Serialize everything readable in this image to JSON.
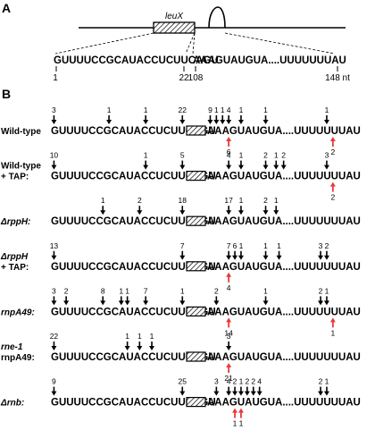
{
  "panel_a": {
    "label": "A",
    "gene": "leuX",
    "seq_left": "GUUUUCCGCAUACCUCUUCAGU",
    "seq_right": "AAAGUAUGUA....UUUUUUUAU",
    "pos_start": "1",
    "pos_22": "22",
    "pos_108": "108",
    "pos_end": "148 nt"
  },
  "panel_b": {
    "label": "B",
    "left_seq": "GUUUUCCGCAUACCUCUUCAGU",
    "right_seq": "AAAGUAUGUA....UUUUUUUAU",
    "rows": [
      {
        "label_lines": [
          "Wild-type"
        ],
        "label_italic": false,
        "top": [
          {
            "ci": 0,
            "n": "3"
          },
          {
            "ci": 9,
            "n": "1"
          },
          {
            "ci": 15,
            "n": "1"
          },
          {
            "ci": 21,
            "n": "22"
          },
          {
            "ci": 22,
            "n": "9"
          },
          {
            "ci": 23,
            "n": "1"
          },
          {
            "ci": 24,
            "n": "1"
          },
          {
            "ci": 25,
            "n": "4"
          },
          {
            "ci": 27,
            "n": "1"
          },
          {
            "ci": 31,
            "n": "1"
          },
          {
            "ci": 43,
            "n": "1"
          }
        ],
        "bottom": [
          {
            "ci": 25,
            "n": "6"
          },
          {
            "ci": 44,
            "n": "2"
          }
        ]
      },
      {
        "label_lines": [
          "Wild-type",
          "+ TAP:"
        ],
        "label_italic": false,
        "top": [
          {
            "ci": 0,
            "n": "10"
          },
          {
            "ci": 15,
            "n": "1"
          },
          {
            "ci": 21,
            "n": "5"
          },
          {
            "ci": 25,
            "n": "4"
          },
          {
            "ci": 27,
            "n": "1"
          },
          {
            "ci": 31,
            "n": "2"
          },
          {
            "ci": 34,
            "n": "1"
          },
          {
            "ci": 36,
            "n": "2"
          },
          {
            "ci": 43,
            "n": "3"
          }
        ],
        "bottom": [
          {
            "ci": 44,
            "n": "2"
          }
        ]
      },
      {
        "label_lines": [
          "ΔrppH:"
        ],
        "label_italic": true,
        "top": [
          {
            "ci": 8,
            "n": "1"
          },
          {
            "ci": 14,
            "n": "2"
          },
          {
            "ci": 21,
            "n": "18"
          },
          {
            "ci": 25,
            "n": "17"
          },
          {
            "ci": 27,
            "n": "1"
          },
          {
            "ci": 31,
            "n": "2"
          },
          {
            "ci": 34,
            "n": "1"
          }
        ],
        "bottom": []
      },
      {
        "label_lines": [
          "ΔrppH",
          "+ TAP:"
        ],
        "label_italic": true,
        "top": [
          {
            "ci": 0,
            "n": "13"
          },
          {
            "ci": 21,
            "n": "7"
          },
          {
            "ci": 25,
            "n": "7"
          },
          {
            "ci": 26,
            "n": "6"
          },
          {
            "ci": 27,
            "n": "1"
          },
          {
            "ci": 31,
            "n": "1"
          },
          {
            "ci": 35,
            "n": "1"
          },
          {
            "ci": 42,
            "n": "3"
          },
          {
            "ci": 43,
            "n": "2"
          }
        ],
        "bottom": [
          {
            "ci": 25,
            "n": "4"
          }
        ]
      },
      {
        "label_lines": [
          "rnpA49:"
        ],
        "label_italic": true,
        "top": [
          {
            "ci": 0,
            "n": "3"
          },
          {
            "ci": 2,
            "n": "2"
          },
          {
            "ci": 8,
            "n": "8"
          },
          {
            "ci": 11,
            "n": "1"
          },
          {
            "ci": 12,
            "n": "1"
          },
          {
            "ci": 15,
            "n": "7"
          },
          {
            "ci": 21,
            "n": "1"
          },
          {
            "ci": 23,
            "n": "2"
          },
          {
            "ci": 31,
            "n": "1"
          },
          {
            "ci": 42,
            "n": "2"
          },
          {
            "ci": 43,
            "n": "1"
          }
        ],
        "bottom": [
          {
            "ci": 25,
            "n": "14"
          },
          {
            "ci": 44,
            "n": "1"
          }
        ]
      },
      {
        "label_lines": [
          "rne-1",
          "rnpA49:"
        ],
        "label_italic": true,
        "top": [
          {
            "ci": 0,
            "n": "22"
          },
          {
            "ci": 12,
            "n": "1"
          },
          {
            "ci": 14,
            "n": "1"
          },
          {
            "ci": 16,
            "n": "1"
          },
          {
            "ci": 25,
            "n": "3"
          }
        ],
        "bottom": [
          {
            "ci": 25,
            "n": "21"
          }
        ]
      },
      {
        "label_lines": [
          "Δrnb:"
        ],
        "label_italic": true,
        "top": [
          {
            "ci": 0,
            "n": "9"
          },
          {
            "ci": 21,
            "n": "25"
          },
          {
            "ci": 23,
            "n": "3"
          },
          {
            "ci": 25,
            "n": "4"
          },
          {
            "ci": 26,
            "n": "2"
          },
          {
            "ci": 27,
            "n": "1"
          },
          {
            "ci": 28,
            "n": "2"
          },
          {
            "ci": 29,
            "n": "2"
          },
          {
            "ci": 30,
            "n": "4"
          },
          {
            "ci": 42,
            "n": "2"
          },
          {
            "ci": 43,
            "n": "1"
          }
        ],
        "bottom": [
          {
            "ci": 26,
            "n": "1"
          },
          {
            "ci": 27,
            "n": "1"
          }
        ]
      }
    ]
  },
  "colors": {
    "ink": "#000000",
    "accent_arrow": "#e8393b"
  }
}
